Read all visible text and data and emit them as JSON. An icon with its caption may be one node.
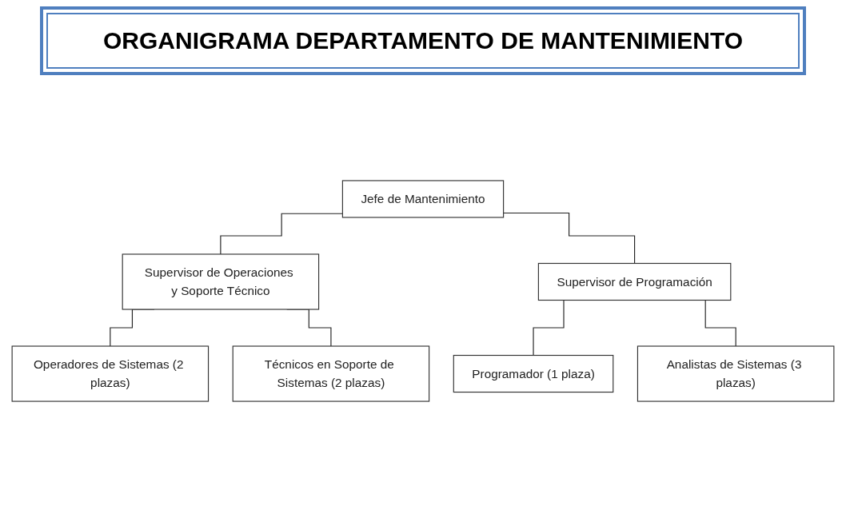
{
  "diagram": {
    "title": "ORGANIGRAMA DEPARTAMENTO DE MANTENIMIENTO",
    "nodes": [
      {
        "text": [
          "Jefe de Mantenimiento"
        ]
      },
      {
        "text": [
          "Supervisor de Operaciones y Soporte Técnico"
        ]
      },
      {
        "text": [
          "Supervisor de Programación"
        ]
      },
      {
        "text": [
          "Operadores de Sistemas (2 plazas)"
        ]
      },
      {
        "text": [
          "Técnicos en Soporte de Sistemas (2 plazas)"
        ]
      },
      {
        "text": [
          "Programador (1 plaza)"
        ]
      },
      {
        "text": [
          "Analistas de Sistemas (3 plazas)"
        ]
      }
    ],
    "edges": [
      {
        "from": 0,
        "to": 1,
        "arrow": "none"
      },
      {
        "from": 0,
        "to": 2,
        "arrow": "none"
      },
      {
        "from": 1,
        "to": 3,
        "arrow": "none"
      },
      {
        "from": 1,
        "to": 4,
        "arrow": "none"
      },
      {
        "from": 2,
        "to": 5,
        "arrow": "none"
      },
      {
        "from": 2,
        "to": 6,
        "arrow": "none"
      }
    ]
  }
}
